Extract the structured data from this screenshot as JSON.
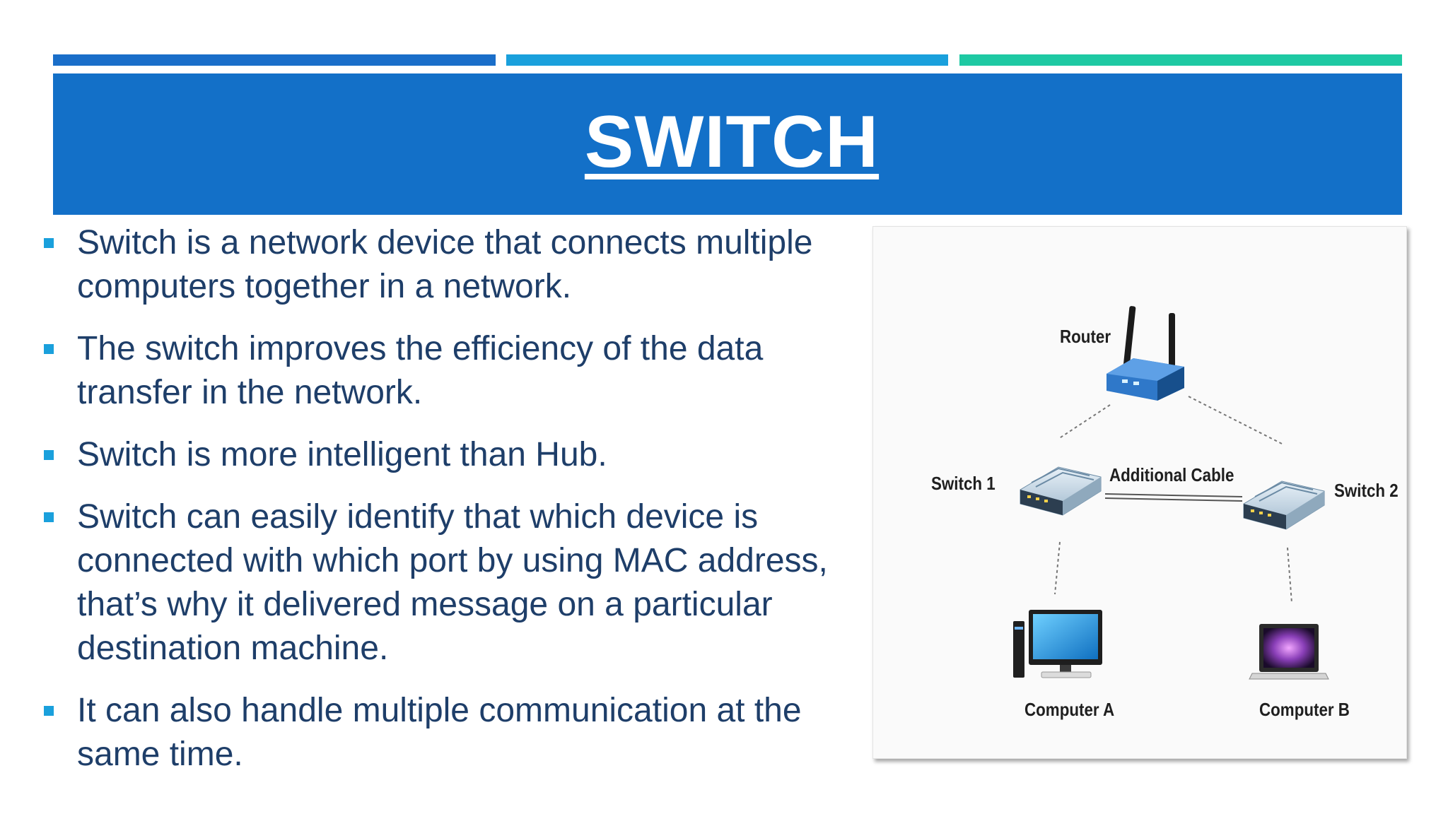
{
  "title": "SWITCH",
  "bullets": [
    "Switch is a network device that connects multiple computers together in a network.",
    " The switch improves the efficiency of the data transfer in the network.",
    "Switch is more intelligent than Hub.",
    " Switch can easily identify that which device is connected with which port by using MAC address, that’s why it delivered message on a particular destination machine.",
    " It can also handle multiple communication at the same time."
  ],
  "diagram": {
    "labels": {
      "router": "Router",
      "switch1": "Switch 1",
      "switch2": "Switch 2",
      "additional_cable": "Additional Cable",
      "computer_a": "Computer A",
      "computer_b": "Computer B"
    }
  },
  "colors": {
    "header": "#1370c8",
    "accent_1": "#1a6ec9",
    "accent_2": "#1aa0dc",
    "accent_3": "#1ec9a3",
    "body_text": "#1e3e69"
  }
}
